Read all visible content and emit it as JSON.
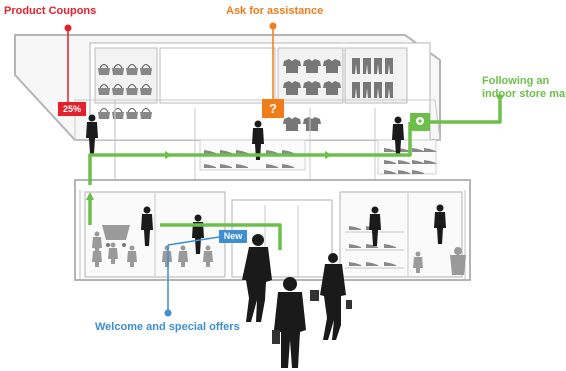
{
  "callouts": {
    "coupons": {
      "label": "Product Coupons",
      "badge": "25%",
      "color": "#e4202b"
    },
    "assistance": {
      "label": "Ask for assistance",
      "badge": "?",
      "color": "#f07d1a"
    },
    "map": {
      "label_line1": "Following an",
      "label_line2": "indoor store map",
      "color": "#6cc04a"
    },
    "welcome": {
      "label": "Welcome and special offers",
      "badge": "New",
      "color": "#3d8fd1"
    }
  }
}
